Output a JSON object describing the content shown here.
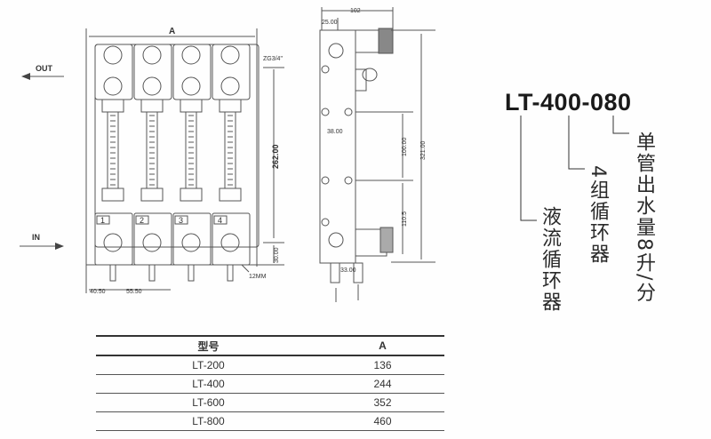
{
  "front_view": {
    "dim_a": "A",
    "out_label": "OUT",
    "in_label": "IN",
    "thread": "ZG3/4\"",
    "height": "262.00",
    "bottom": "30.00",
    "left_offset": "40.50",
    "pitch": "55.50",
    "hose": "12MM",
    "channels": [
      "1",
      "2",
      "3",
      "4"
    ]
  },
  "side_view": {
    "width": "102",
    "offset": "25.00",
    "hole_pitch": "38.00",
    "spacing_a": "100.00",
    "spacing_b": "110.5",
    "total": "321.00",
    "outlet_pitch": "33.00"
  },
  "model": {
    "code": "LT-400-080",
    "desc_flow": "单管出水量8升/分",
    "desc_groups": "4组循环器",
    "desc_type": "液流循环器"
  },
  "table": {
    "headers": [
      "型号",
      "A"
    ],
    "rows": [
      [
        "LT-200",
        "136"
      ],
      [
        "LT-400",
        "244"
      ],
      [
        "LT-600",
        "352"
      ],
      [
        "LT-800",
        "460"
      ]
    ]
  }
}
